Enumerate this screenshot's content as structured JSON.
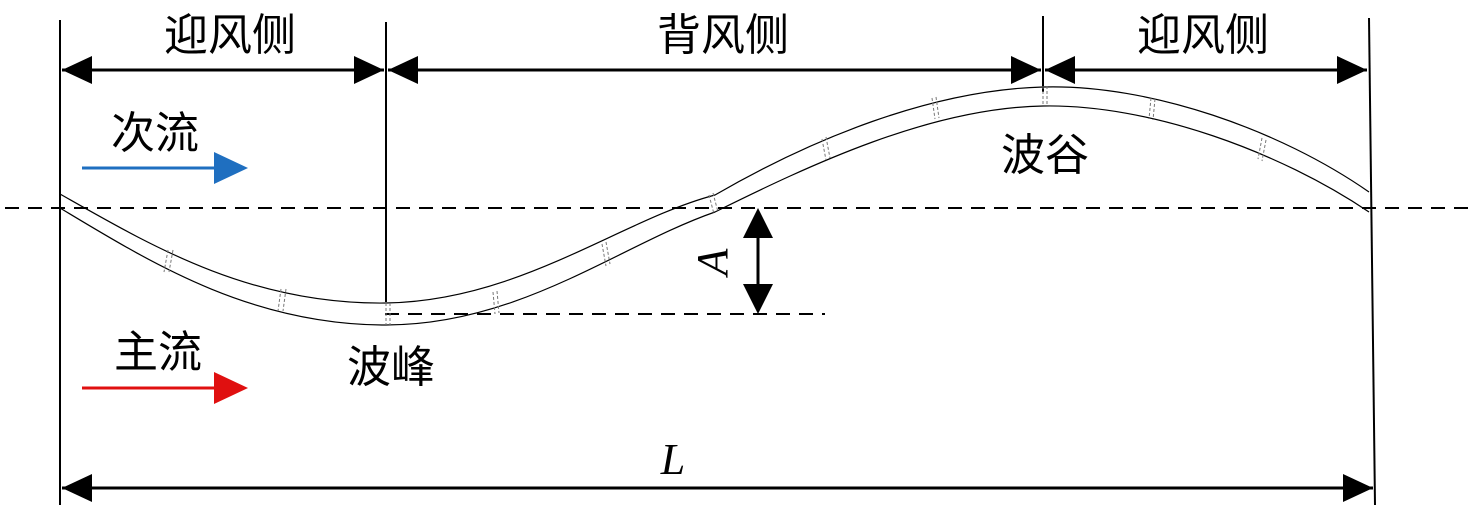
{
  "labels": {
    "windward_left": "迎风侧",
    "leeward": "背风侧",
    "windward_right": "迎风侧",
    "secondary_flow": "次流",
    "main_flow": "主流",
    "crest": "波峰",
    "trough": "波谷",
    "amplitude": "A",
    "wavelength": "L"
  },
  "colors": {
    "secondary_flow_arrow": "#1f6fc0",
    "main_flow_arrow": "#e01010",
    "line": "#000000"
  }
}
